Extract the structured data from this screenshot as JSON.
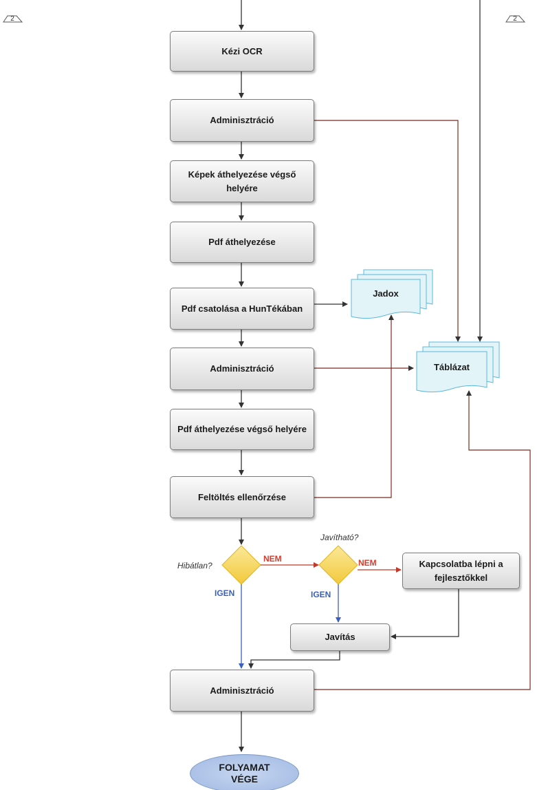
{
  "nodes": {
    "kezi_ocr": "Kézi OCR",
    "admin_1": "Adminisztráció",
    "kepek_athelyezese": "Képek áthelyezése végső helyére",
    "pdf_athelyezese": "Pdf áthelyezése",
    "pdf_csatolasa": "Pdf csatolása a HunTékában",
    "admin_2": "Adminisztráció",
    "pdf_athelyezese_vegso": "Pdf áthelyezése végső helyére",
    "feltoltes_ellenorzese": "Feltöltés ellenőrzése",
    "kapcsolatba": "Kapcsolatba lépni a fejlesztőkkel",
    "javitas": "Javítás",
    "admin_3": "Adminisztráció",
    "end_line1": "FOLYAMAT",
    "end_line2": "VÉGE"
  },
  "documents": {
    "jadox": "Jadox",
    "tablazat": "Táblázat"
  },
  "decisions": {
    "hibatlan": "Hibátlan?",
    "javithato": "Javítható?"
  },
  "edge_labels": {
    "nem_1": "NEM",
    "igen_1": "IGEN",
    "nem_2": "NEM",
    "igen_2": "IGEN"
  },
  "offpage_refs": {
    "left": "2",
    "right": "2"
  },
  "colors": {
    "arrow_default": "#333333",
    "arrow_red": "#c0392b",
    "arrow_blue": "#3b5fc0",
    "document_fill": "#e3f4f9",
    "document_border": "#5ab8dc",
    "decision_fill": "#f7d85a",
    "terminator_fill": "#a9c0e8"
  }
}
